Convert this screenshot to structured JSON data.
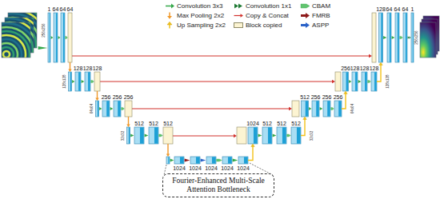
{
  "diagram": {
    "nodes": [
      {
        "text": [
          "Fourier-Enhanced Multi-Scale Attention Bottleneck"
        ]
      }
    ],
    "labels": [
      "1",
      "64",
      "64",
      "64",
      "128",
      "64",
      "64",
      "64",
      "1",
      "256x256",
      "256x256",
      "128",
      "128",
      "128",
      "256",
      "128",
      "128",
      "128",
      "128x128",
      "128x128",
      "256",
      "256",
      "256",
      "512",
      "256",
      "256",
      "256",
      "64x64",
      "64x64",
      "512",
      "512",
      "512",
      "1024",
      "512",
      "512",
      "512",
      "32x32",
      "32x32",
      "1024",
      "1024",
      "1024",
      "1024",
      "1024"
    ],
    "legend": [
      {
        "text": "Convolution 3x3"
      },
      {
        "text": "Convolution 1x1"
      },
      {
        "text": "CBAM"
      },
      {
        "text": "Max Pooling 2x2"
      },
      {
        "text": "Copy & Concat"
      },
      {
        "text": "FMRB"
      },
      {
        "text": "Up Sampling 2x2"
      },
      {
        "text": "Block copied",
        "color": "#fcf4d2"
      },
      {
        "text": "ASPP"
      }
    ]
  }
}
